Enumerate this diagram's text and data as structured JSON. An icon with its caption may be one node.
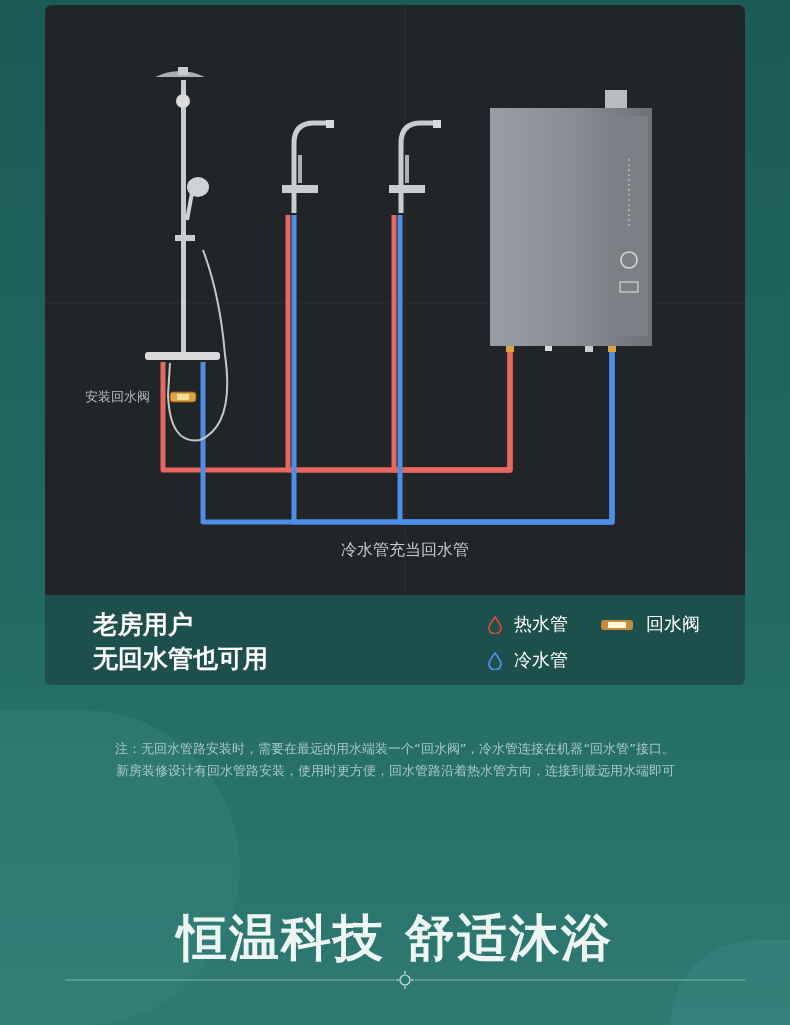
{
  "diagram": {
    "title": "恒温科技 舒适沐浴",
    "nodes": [
      {
        "text": [
          "老房用户",
          "无回水管也可用"
        ]
      },
      {
        "text": [],
        "shape": "picture",
        "in": 0
      },
      {
        "text": [],
        "shape": "picture",
        "in": 1
      },
      {
        "text": [],
        "shape": "picture",
        "in": 0
      },
      {
        "text": [],
        "shape": "picture",
        "in": 0
      },
      {
        "text": [],
        "shape": "picture",
        "in": 0
      }
    ],
    "edges": [
      {
        "from": 5,
        "to": 1,
        "arrow": "none",
        "color": "#e8675f"
      },
      {
        "from": 5,
        "to": 3,
        "arrow": "none",
        "color": "#e8675f"
      },
      {
        "from": 5,
        "to": 4,
        "arrow": "none",
        "color": "#e8675f"
      },
      {
        "from": 5,
        "to": 1,
        "arrow": "none",
        "color": "#4d8fe6"
      },
      {
        "from": 5,
        "to": 3,
        "arrow": "none",
        "color": "#4d8fe6"
      },
      {
        "from": 5,
        "to": 4,
        "arrow": "none",
        "color": "#4d8fe6"
      }
    ],
    "labels": [
      "安装回水阀",
      "冷水管充当回水管",
      "注：无回水管路安装时，需要在最远的用水端装一个“回水阀”，冷水管连接在机器“回水管”接口。",
      "新房装修设计有回水管路安装，使用时更方便，回水管路沿着热水管方向，连接到最远用水端即可"
    ],
    "legend": [
      {
        "text": "热水管"
      },
      {
        "text": "回水阀"
      },
      {
        "text": "冷水管"
      }
    ]
  }
}
